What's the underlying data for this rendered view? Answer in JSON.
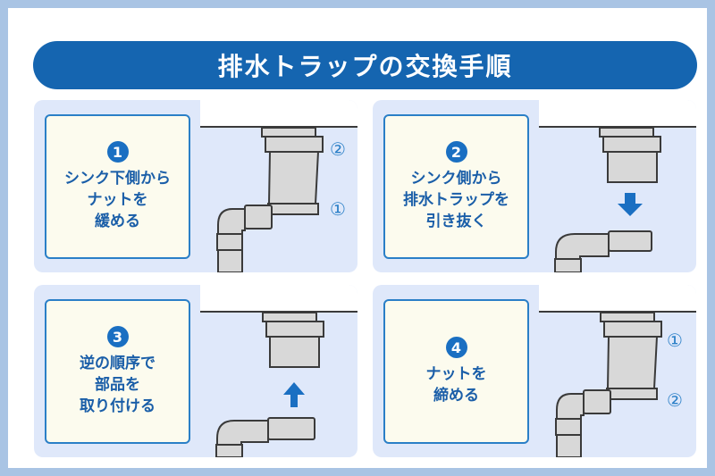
{
  "title": "排水トラップの交換手順",
  "steps": [
    {
      "number": "1",
      "lines": [
        "シンク下側から",
        "ナットを",
        "緩める"
      ],
      "markers": [
        "②",
        "①"
      ]
    },
    {
      "number": "2",
      "lines": [
        "シンク側から",
        "排水トラップを",
        "引き抜く"
      ],
      "markers": []
    },
    {
      "number": "3",
      "lines": [
        "逆の順序で",
        "部品を",
        "取り付ける"
      ],
      "markers": []
    },
    {
      "number": "4",
      "lines": [
        "ナットを",
        "締める"
      ],
      "markers": [
        "①",
        "②"
      ]
    }
  ],
  "colors": {
    "frame": "#a9c4e4",
    "banner": "#1565b0",
    "panel": "#dfe8fa",
    "card": "#fcfbee",
    "accent": "#1a6fc2",
    "text": "#1a5ea8",
    "pipe": "#d8d8d8",
    "outline": "#3a3a3a"
  },
  "icons": [
    "down-arrow-icon",
    "up-arrow-icon"
  ]
}
